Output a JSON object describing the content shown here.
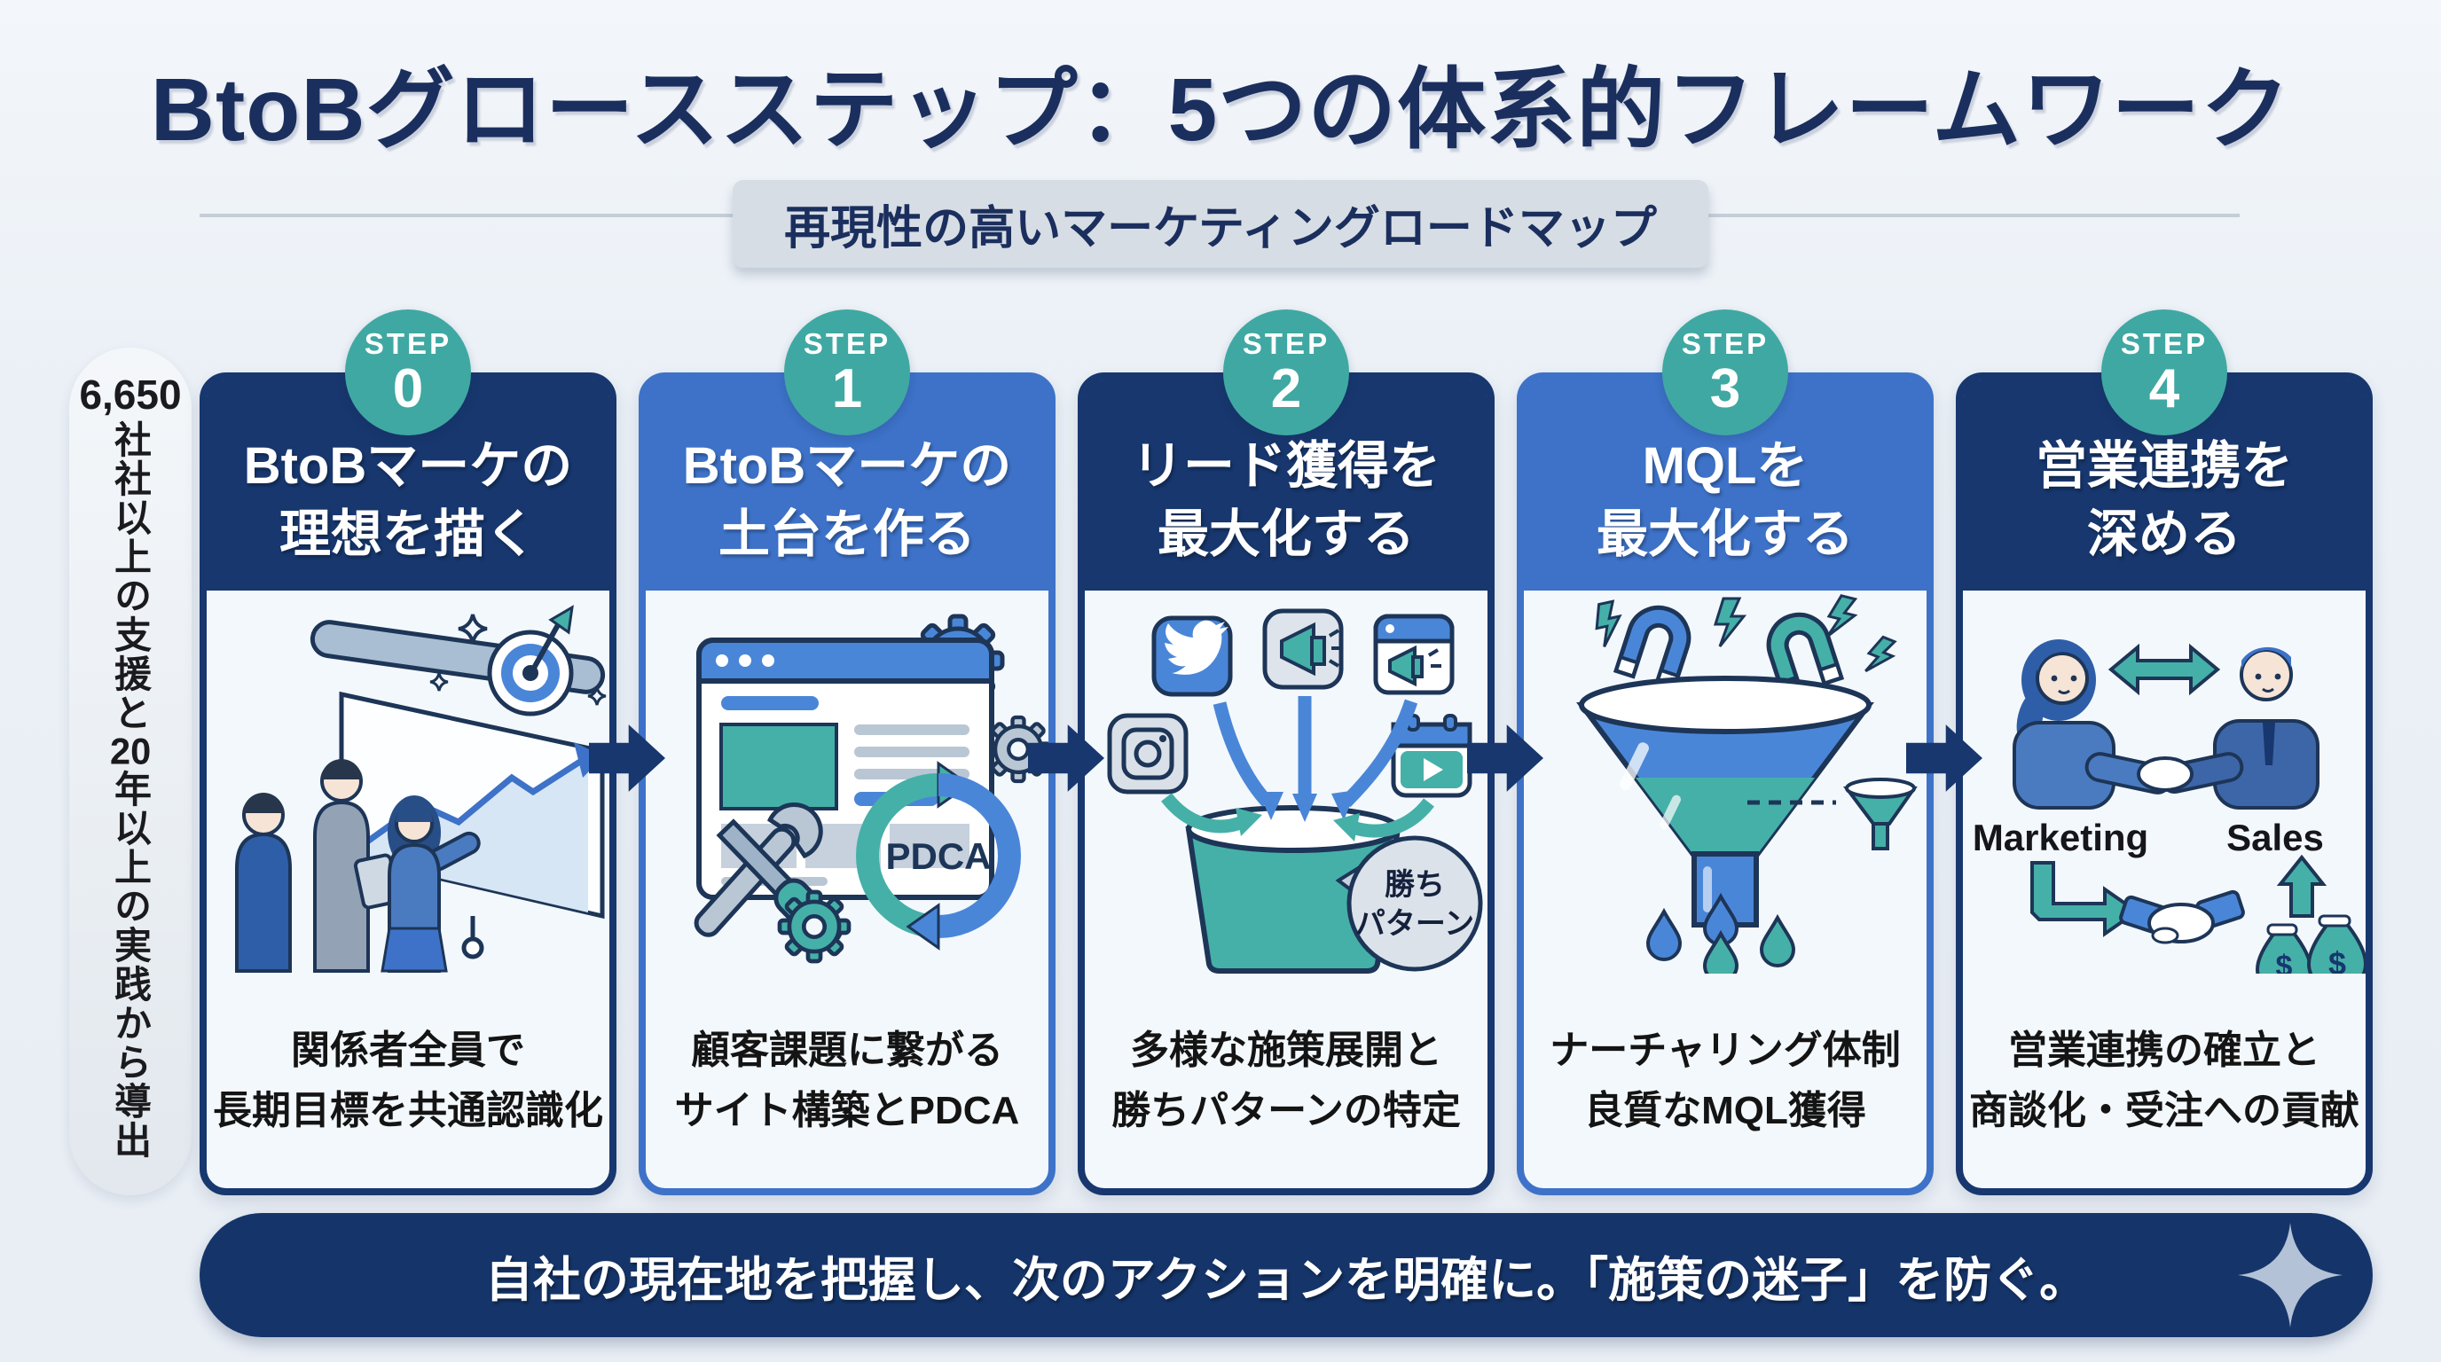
{
  "page": {
    "title": "BtoBグロースステップ：5つの体系的フレームワーク",
    "subtitle": "再現性の高いマーケティングロードマップ",
    "footer": "自社の現在地を把握し、次のアクションを明確に。「施策の迷子」を防ぐ。"
  },
  "sidebar": {
    "stat_number": "6,650",
    "text_before": "社社以上の支援と",
    "text_num": "20",
    "text_after": "年以上の実践から導出"
  },
  "steps": [
    {
      "badge": "STEP",
      "number": "0",
      "theme": "navy",
      "title_line1": "BtoBマーケの",
      "title_line2": "理想を描く",
      "caption_line1": "関係者全員で",
      "caption_line2": "長期目標を共通認識化"
    },
    {
      "badge": "STEP",
      "number": "1",
      "theme": "blue",
      "title_line1": "BtoBマーケの",
      "title_line2": "土台を作る",
      "caption_line1": "顧客課題に繋がる",
      "caption_line2": "サイト構築とPDCA",
      "pdca_label": "PDCA"
    },
    {
      "badge": "STEP",
      "number": "2",
      "theme": "navy",
      "title_line1": "リード獲得を",
      "title_line2": "最大化する",
      "caption_line1": "多様な施策展開と",
      "caption_line2": "勝ちパターンの特定",
      "bubble_line1": "勝ち",
      "bubble_line2": "パターン"
    },
    {
      "badge": "STEP",
      "number": "3",
      "theme": "blue",
      "title_line1": "MQLを",
      "title_line2": "最大化する",
      "caption_line1": "ナーチャリング体制",
      "caption_line2": "良質なMQL獲得"
    },
    {
      "badge": "STEP",
      "number": "4",
      "theme": "navy",
      "title_line1": "営業連携を",
      "title_line2": "深める",
      "caption_line1": "営業連携の確立と",
      "caption_line2": "商談化・受注への貢献",
      "marketing_label": "Marketing",
      "sales_label": "Sales",
      "money_symbol": "$"
    }
  ],
  "colors": {
    "navy": "#17376e",
    "blue": "#3d72c8",
    "teal": "#3fa8a2",
    "banner": "#15356a",
    "outline": "#1d3557",
    "background": "#eaf0f6"
  }
}
